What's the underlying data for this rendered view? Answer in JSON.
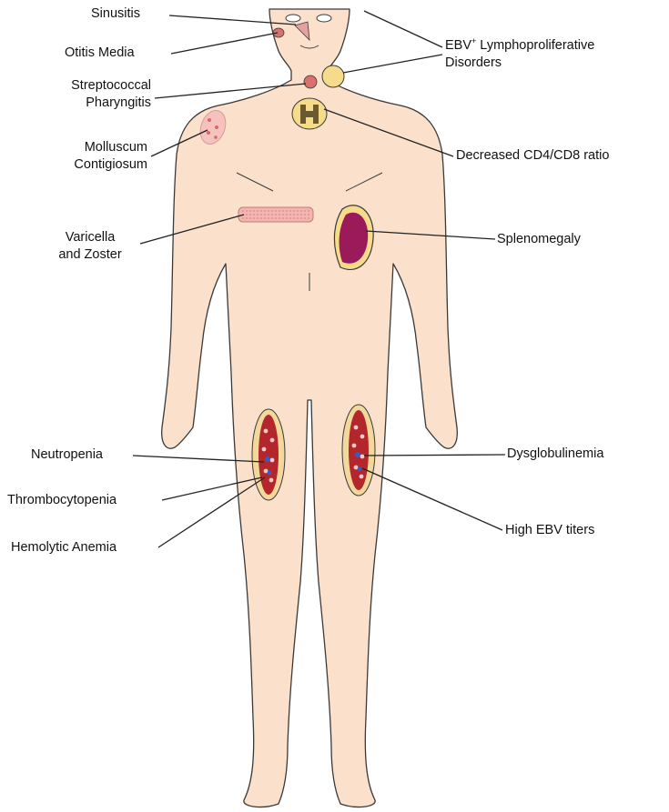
{
  "labels": {
    "sinusitis": "Sinusitis",
    "otitis_media": "Otitis Media",
    "strep_line1": "Streptococcal",
    "strep_line2": "Pharyngitis",
    "mollusc_line1": "Molluscum",
    "mollusc_line2": "Contigiosum",
    "varicella_line1": "Varicella",
    "varicella_line2": "and Zoster",
    "neutropenia": "Neutropenia",
    "thrombocytopenia": "Thrombocytopenia",
    "hemolytic_anemia": "Hemolytic Anemia",
    "ebv_line1_prefix": "EBV",
    "ebv_line1_sup": "+",
    "ebv_line1_suffix": " Lymphoproliferative",
    "ebv_line2": "Disorders",
    "cd4_cd8": "Decreased CD4/CD8 ratio",
    "splenomegaly": "Splenomegaly",
    "dysglobulinemia": "Dysglobulinemia",
    "ebv_titers": "High EBV titers"
  },
  "colors": {
    "skin": "#fbe1cc",
    "outline": "#3a3a3a",
    "spleen": "#9b1b5a",
    "node": "#f6dc8a",
    "marrow": "#b3262c",
    "marrow_rim": "#f2d99b",
    "lesion": "#e89a9a",
    "leader": "#222222"
  }
}
